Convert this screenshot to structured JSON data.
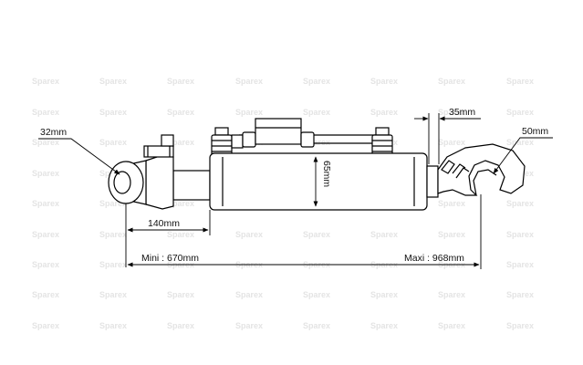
{
  "watermark": {
    "text": "Sparex",
    "color": "#e4e4e4"
  },
  "dimensions": {
    "ball_bore": "32mm",
    "rod_length": "140mm",
    "cylinder_bore": "65mm",
    "hook_width": "35mm",
    "hook_opening": "50mm",
    "min_length": "Mini : 670mm",
    "max_length": "Maxi : 968mm"
  },
  "colors": {
    "line": "#000000",
    "fill": "#ffffff",
    "watermark": "#e4e4e4"
  }
}
